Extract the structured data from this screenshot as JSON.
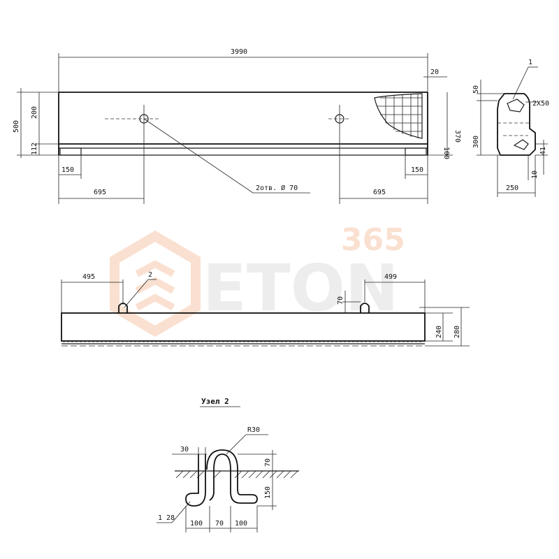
{
  "plan_view": {
    "overall_length": "3990",
    "top_offset": "20",
    "total_height": "500",
    "upper_height": "200",
    "lower_height": "112",
    "right_height": "370",
    "bottom_right": "100",
    "left_support": "150",
    "right_support": "150",
    "left_hole_offset": "695",
    "right_hole_offset": "695",
    "hole_callout": "2отв. Ø 70"
  },
  "section_view": {
    "callout": "1",
    "top": "50",
    "chamfer": "2Х50",
    "height": "300",
    "right_small": "41",
    "bottom_small": "10",
    "width": "250"
  },
  "elevation_view": {
    "left_offset": "495",
    "right_offset": "499",
    "loop_callout": "2",
    "loop_height": "70",
    "body_height": "240",
    "total_height": "280"
  },
  "detail_view": {
    "title": "Узел 2",
    "radius": "R30",
    "top_width": "30",
    "above_surface": "70",
    "below_surface": "150",
    "bar_label": "1 28",
    "left_width": "100",
    "mid_width": "70",
    "right_width": "100"
  },
  "watermark": {
    "number": "365",
    "brand": "ETON",
    "color": "#f0a070"
  }
}
